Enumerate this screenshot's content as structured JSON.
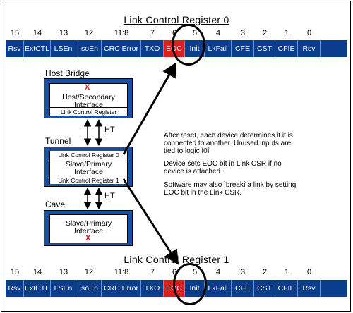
{
  "register0": {
    "title": "Link Control Register 0",
    "bits": [
      "15",
      "14",
      "13",
      "12",
      "11:8",
      "7",
      "6",
      "5",
      "4",
      "3",
      "2",
      "1",
      "0"
    ],
    "fields": [
      "Rsv",
      "ExtCTL",
      "LSEn",
      "IsoEn",
      "CRC Error",
      "TXO",
      "EOC",
      "Init",
      "LkFail",
      "CFE",
      "CST",
      "CFIE",
      "Rsv"
    ]
  },
  "register1": {
    "title": "Link Control Register 1",
    "bits": [
      "15",
      "14",
      "13",
      "12",
      "11:8",
      "7",
      "6",
      "5",
      "4",
      "3",
      "2",
      "1",
      "0"
    ],
    "fields": [
      "Rsv",
      "ExtCTL",
      "LSEn",
      "IsoEn",
      "CRC Error",
      "TXO",
      "EOC",
      "Init",
      "LkFail",
      "CFE",
      "CST",
      "CFIE",
      "Rsv"
    ]
  },
  "host_bridge": {
    "label": "Host Bridge",
    "interface_line1": "Host/Secondary",
    "interface_line2": "Interface",
    "register": "Link Control Register",
    "mark": "X"
  },
  "tunnel": {
    "label": "Tunnel",
    "register_top": "Link Control Register 0",
    "interface_line1": "Slave/Primary",
    "interface_line2": "Interface",
    "register_bottom": "Link Control Register 1"
  },
  "cave": {
    "label": "Cave",
    "interface_line1": "Slave/Primary",
    "interface_line2": "Interface",
    "mark": "X"
  },
  "links": {
    "ht_top": "HT",
    "ht_bottom": "HT"
  },
  "notes": {
    "p1": "After reset, each device determines if it is connected to another. Unused inputs are tied to logic ì0î",
    "p2": "Device sets EOC bit in Link CSR if no device is attached.",
    "p3": "Software may also ìbreakî a link by setting EOC bit in the Link CSR."
  },
  "colors": {
    "register_bar": "#0a3e8c",
    "eoc_highlight": "#d8201e",
    "device_box": "#1a4ea0"
  }
}
